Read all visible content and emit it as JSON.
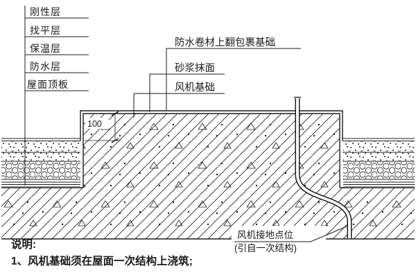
{
  "colors": {
    "ink": "#1a1a1a",
    "paper": "#ffffff"
  },
  "layer_callouts": [
    "刚性层",
    "找平层",
    "保温层",
    "防水层",
    "屋面顶板"
  ],
  "detail_callouts": [
    "防水卷材上翻包裹基础",
    "砂浆抹面",
    "风机基础"
  ],
  "dimension": {
    "value": "100"
  },
  "grounding_callout": {
    "line1": "风机接地点位",
    "line2": "(引自一次结构)"
  },
  "notes": {
    "heading": "说明:",
    "item1": "1、风机基础须在屋面一次结构上浇筑;"
  }
}
